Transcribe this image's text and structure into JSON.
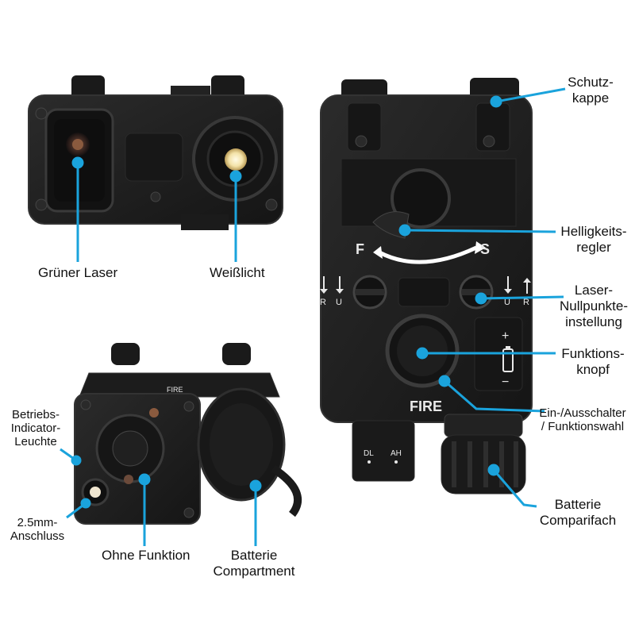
{
  "labels": {
    "gruener_laser": "Grüner Laser",
    "weisslicht": "Weißlicht",
    "schutzkappe": "Schutz-\nkappe",
    "helligkeitsregler": "Helligkeits-\nregler",
    "laser_nullpunkt": "Laser-\nNullpunkte-\ninstellung",
    "funktionsknopf": "Funktions-\nknopf",
    "ein_aus": "Ein-/Ausschalter\n/ Funktionswahl",
    "batterie_right": "Batterie\nComparifach",
    "betriebs": "Betriebs-\nIndicator-\nLeuchte",
    "anschluss": "2.5mm-\nAnschluss",
    "ohne_funktion": "Ohne Funktion",
    "batterie_bottom": "Batterie\nCompartment"
  },
  "device_markings": {
    "f": "F",
    "s": "S",
    "fire": "FIRE",
    "fire_small": "FIRE",
    "dl": "DL",
    "ah": "AH",
    "r_left": "R",
    "u_left": "U",
    "u_right": "U",
    "r_right": "R",
    "plus": "+",
    "minus": "−"
  },
  "colors": {
    "callout": "#1aa3dc",
    "device": "#1c1c1c",
    "device_edge": "#333333"
  },
  "icons": {
    "battery": "battery-icon",
    "arrow": "arrow-down-icon"
  }
}
